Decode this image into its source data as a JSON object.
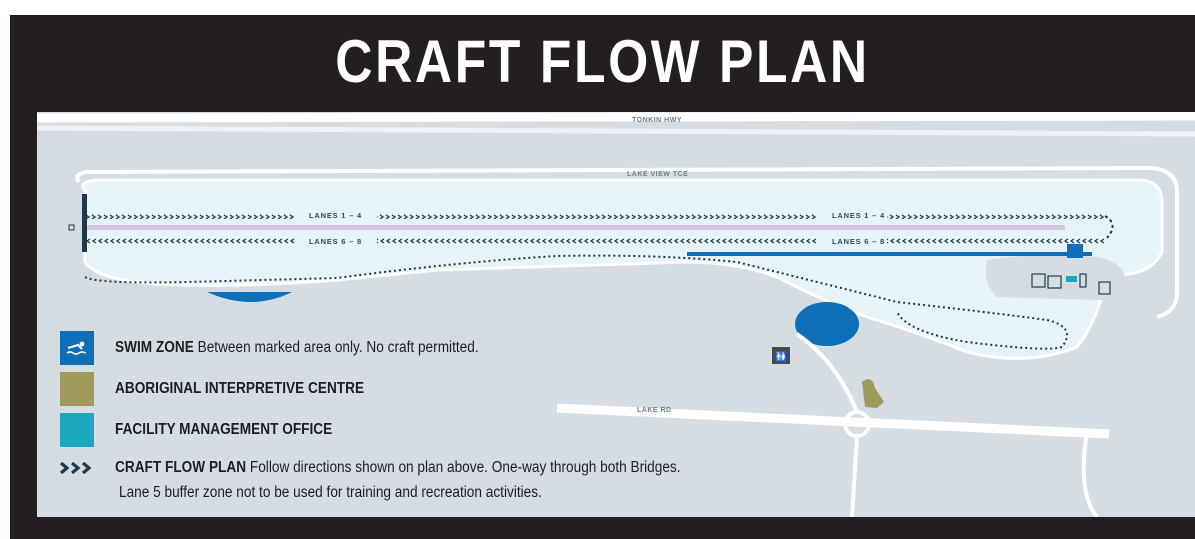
{
  "title": "CRAFT FLOW PLAN",
  "roads": {
    "tonkin": "TONKIN HWY",
    "lake_view": "LAKE VIEW TCE",
    "lake_rd": "LAKE RD"
  },
  "lanes": {
    "top_left": "LANES 1 – 4",
    "top_right": "LANES 1 – 4",
    "bottom_left": "LANES 6 – 8",
    "bottom_right": "LANES 6 – 8"
  },
  "legend": {
    "swim_zone": {
      "title": "SWIM ZONE",
      "text": "Between marked area only. No craft permitted.",
      "color": "#0e6fb8"
    },
    "aboriginal": {
      "title": "ABORIGINAL INTERPRETIVE CENTRE",
      "color": "#a09a5c"
    },
    "facility": {
      "title": "FACILITY MANAGEMENT OFFICE",
      "color": "#1ba7c0"
    },
    "craft_flow": {
      "title": "CRAFT FLOW PLAN",
      "text": "Follow directions shown on plan above. One-way through both Bridges.",
      "text2": "Lane 5 buffer zone not to be used for training and recreation activities."
    }
  },
  "icons": {
    "swim": "swimmer-icon",
    "toilets": "toilets-icon",
    "arrows": "chevron-arrows-icon"
  },
  "colors": {
    "frame": "#231f20",
    "land": "#d6dde2",
    "water": "#e6f3f8",
    "road": "#ffffff",
    "lane5_buffer": "#d9c6e6"
  }
}
